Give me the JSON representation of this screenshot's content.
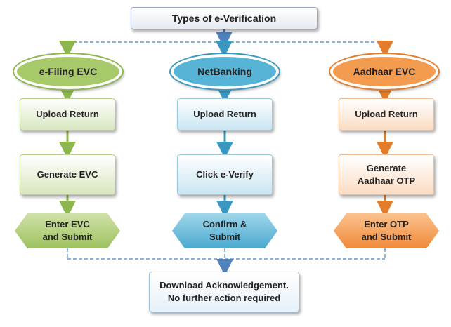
{
  "title": "Types of e-Verification",
  "columns": [
    {
      "name": "e-Filing EVC",
      "color": "#8db64f",
      "steps": [
        "Upload Return",
        "Generate EVC"
      ],
      "final": [
        "Enter EVC",
        "and Submit"
      ]
    },
    {
      "name": "NetBanking",
      "color": "#3a98c0",
      "steps": [
        "Upload Return",
        "Click e-Verify"
      ],
      "final": [
        "Confirm &",
        "Submit"
      ]
    },
    {
      "name": "Aadhaar EVC",
      "color": "#e27c2a",
      "steps": [
        "Upload Return",
        [
          "Generate",
          "Aadhaar OTP"
        ]
      ],
      "final": [
        "Enter OTP",
        "and Submit"
      ]
    }
  ],
  "bottom": [
    "Download Acknowledgement.",
    "No further action required"
  ],
  "connector_color": "#4f81bd"
}
